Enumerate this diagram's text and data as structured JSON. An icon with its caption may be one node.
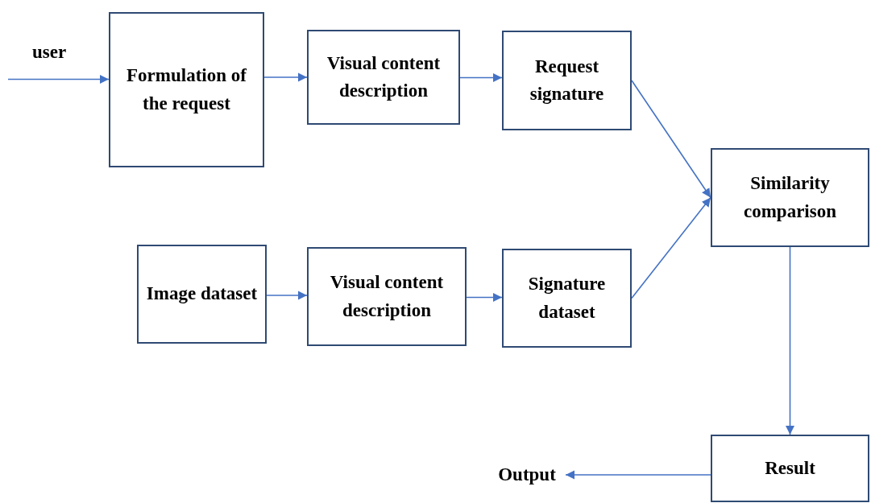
{
  "diagram": {
    "nodes": [
      {
        "text": [
          "Formulation of the request"
        ]
      },
      {
        "text": [
          "Visual content description"
        ]
      },
      {
        "text": [
          "Request signature"
        ]
      },
      {
        "text": [
          "Similarity comparison"
        ]
      },
      {
        "text": [
          "Image dataset"
        ]
      },
      {
        "text": [
          "Visual content description"
        ]
      },
      {
        "text": [
          "Signature dataset"
        ]
      },
      {
        "text": [
          "Result"
        ]
      },
      {
        "text": [
          "Output"
        ]
      }
    ],
    "edges": [
      {
        "from": null,
        "to": 0,
        "arrow": "to",
        "label": "user"
      },
      {
        "from": 0,
        "to": 1,
        "arrow": "to"
      },
      {
        "from": 1,
        "to": 2,
        "arrow": "to"
      },
      {
        "from": 2,
        "to": 3,
        "arrow": "to"
      },
      {
        "from": 4,
        "to": 5,
        "arrow": "to"
      },
      {
        "from": 5,
        "to": 6,
        "arrow": "to"
      },
      {
        "from": 6,
        "to": 3,
        "arrow": "to"
      },
      {
        "from": 3,
        "to": 7,
        "arrow": "to"
      },
      {
        "from": 7,
        "to": 8,
        "arrow": "to"
      }
    ]
  }
}
